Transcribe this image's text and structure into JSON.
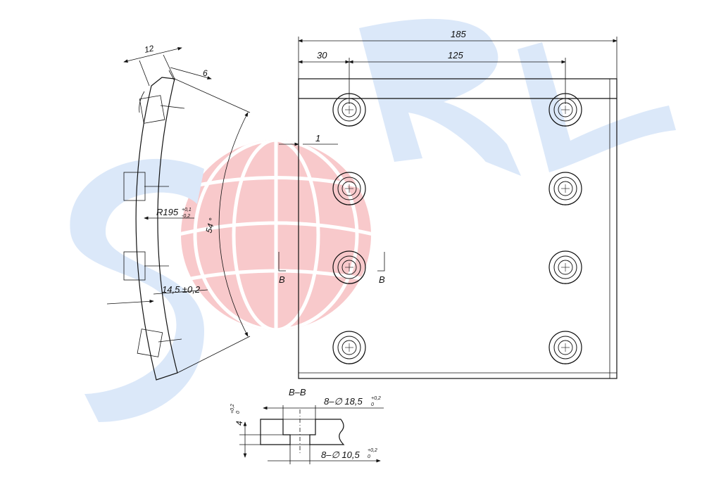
{
  "watermark": {
    "text": "SORL",
    "letter_color": "#dbe8f9",
    "globe_color": "#f8c9cb"
  },
  "plan_view": {
    "dim_overall_width": "185",
    "dim_edge_offset": "30",
    "dim_hole_spacing": "125",
    "dim_step": "1",
    "section_mark_left": "B",
    "section_mark_right": "B"
  },
  "side_profile": {
    "dim_top_width": "12",
    "dim_lip": "6",
    "dim_radius": "R195",
    "dim_radius_tol_upper": "+0,1",
    "dim_radius_tol_lower": "-0,2",
    "dim_angle": "54 °",
    "dim_thickness": "14,5 ±0,2"
  },
  "section_view": {
    "title": "B–B",
    "dim_counterbore": "8–∅ 18,5",
    "dim_counterbore_tol_upper": "+0,2",
    "dim_counterbore_tol_lower": "0",
    "dim_depth": "4",
    "dim_depth_tol_upper": "+0,2",
    "dim_depth_tol_lower": "0",
    "dim_hole": "8–∅ 10,5",
    "dim_hole_tol_upper": "+0,2",
    "dim_hole_tol_lower": "0"
  }
}
